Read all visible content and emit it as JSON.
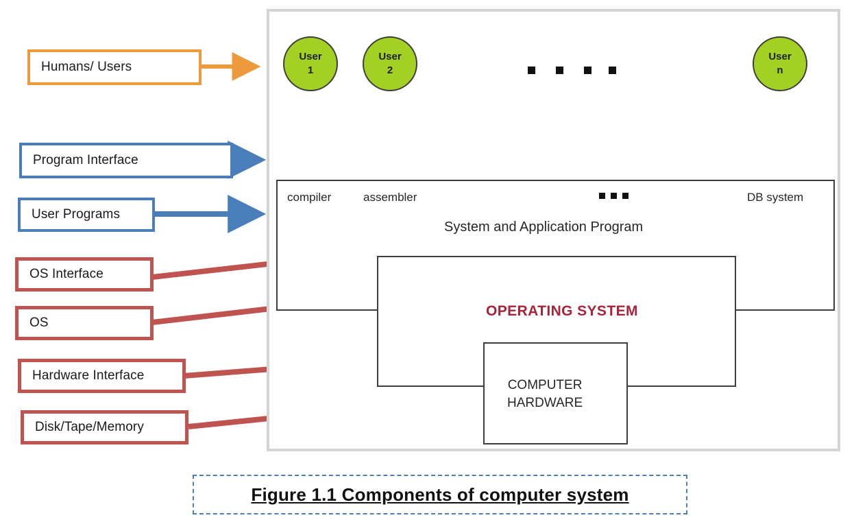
{
  "figure": {
    "caption": "Figure 1.1 Components of computer system"
  },
  "colors": {
    "orange": "#ED9A3C",
    "blue": "#4A7EBB",
    "red": "#BF5350",
    "user_green": "#A2D023",
    "os_text": "#A8243A",
    "frame_gray": "#D4D4D4",
    "box_outline": "#3d3d3d",
    "arrow_gray": "#B3B3B3"
  },
  "callouts": [
    {
      "label": "Humans/ Users",
      "style": "orange"
    },
    {
      "label": "Program Interface",
      "style": "blue"
    },
    {
      "label": "User Programs",
      "style": "blue"
    },
    {
      "label": "OS Interface",
      "style": "red"
    },
    {
      "label": "OS",
      "style": "red"
    },
    {
      "label": "Hardware Interface",
      "style": "red"
    },
    {
      "label": "Disk/Tape/Memory",
      "style": "red"
    }
  ],
  "users": [
    {
      "line1": "User",
      "line2": "1"
    },
    {
      "line1": "User",
      "line2": "2"
    },
    {
      "line1": "User",
      "line2": "n"
    }
  ],
  "ellipsis_dots": 4,
  "program_layer": {
    "items": [
      "compiler",
      "assembler",
      "DB system"
    ],
    "mid_dots": 3,
    "title": "System and Application Program"
  },
  "os_layer": {
    "title": "OPERATING SYSTEM"
  },
  "hardware_layer": {
    "line1": "COMPUTER",
    "line2": "HARDWARE"
  }
}
